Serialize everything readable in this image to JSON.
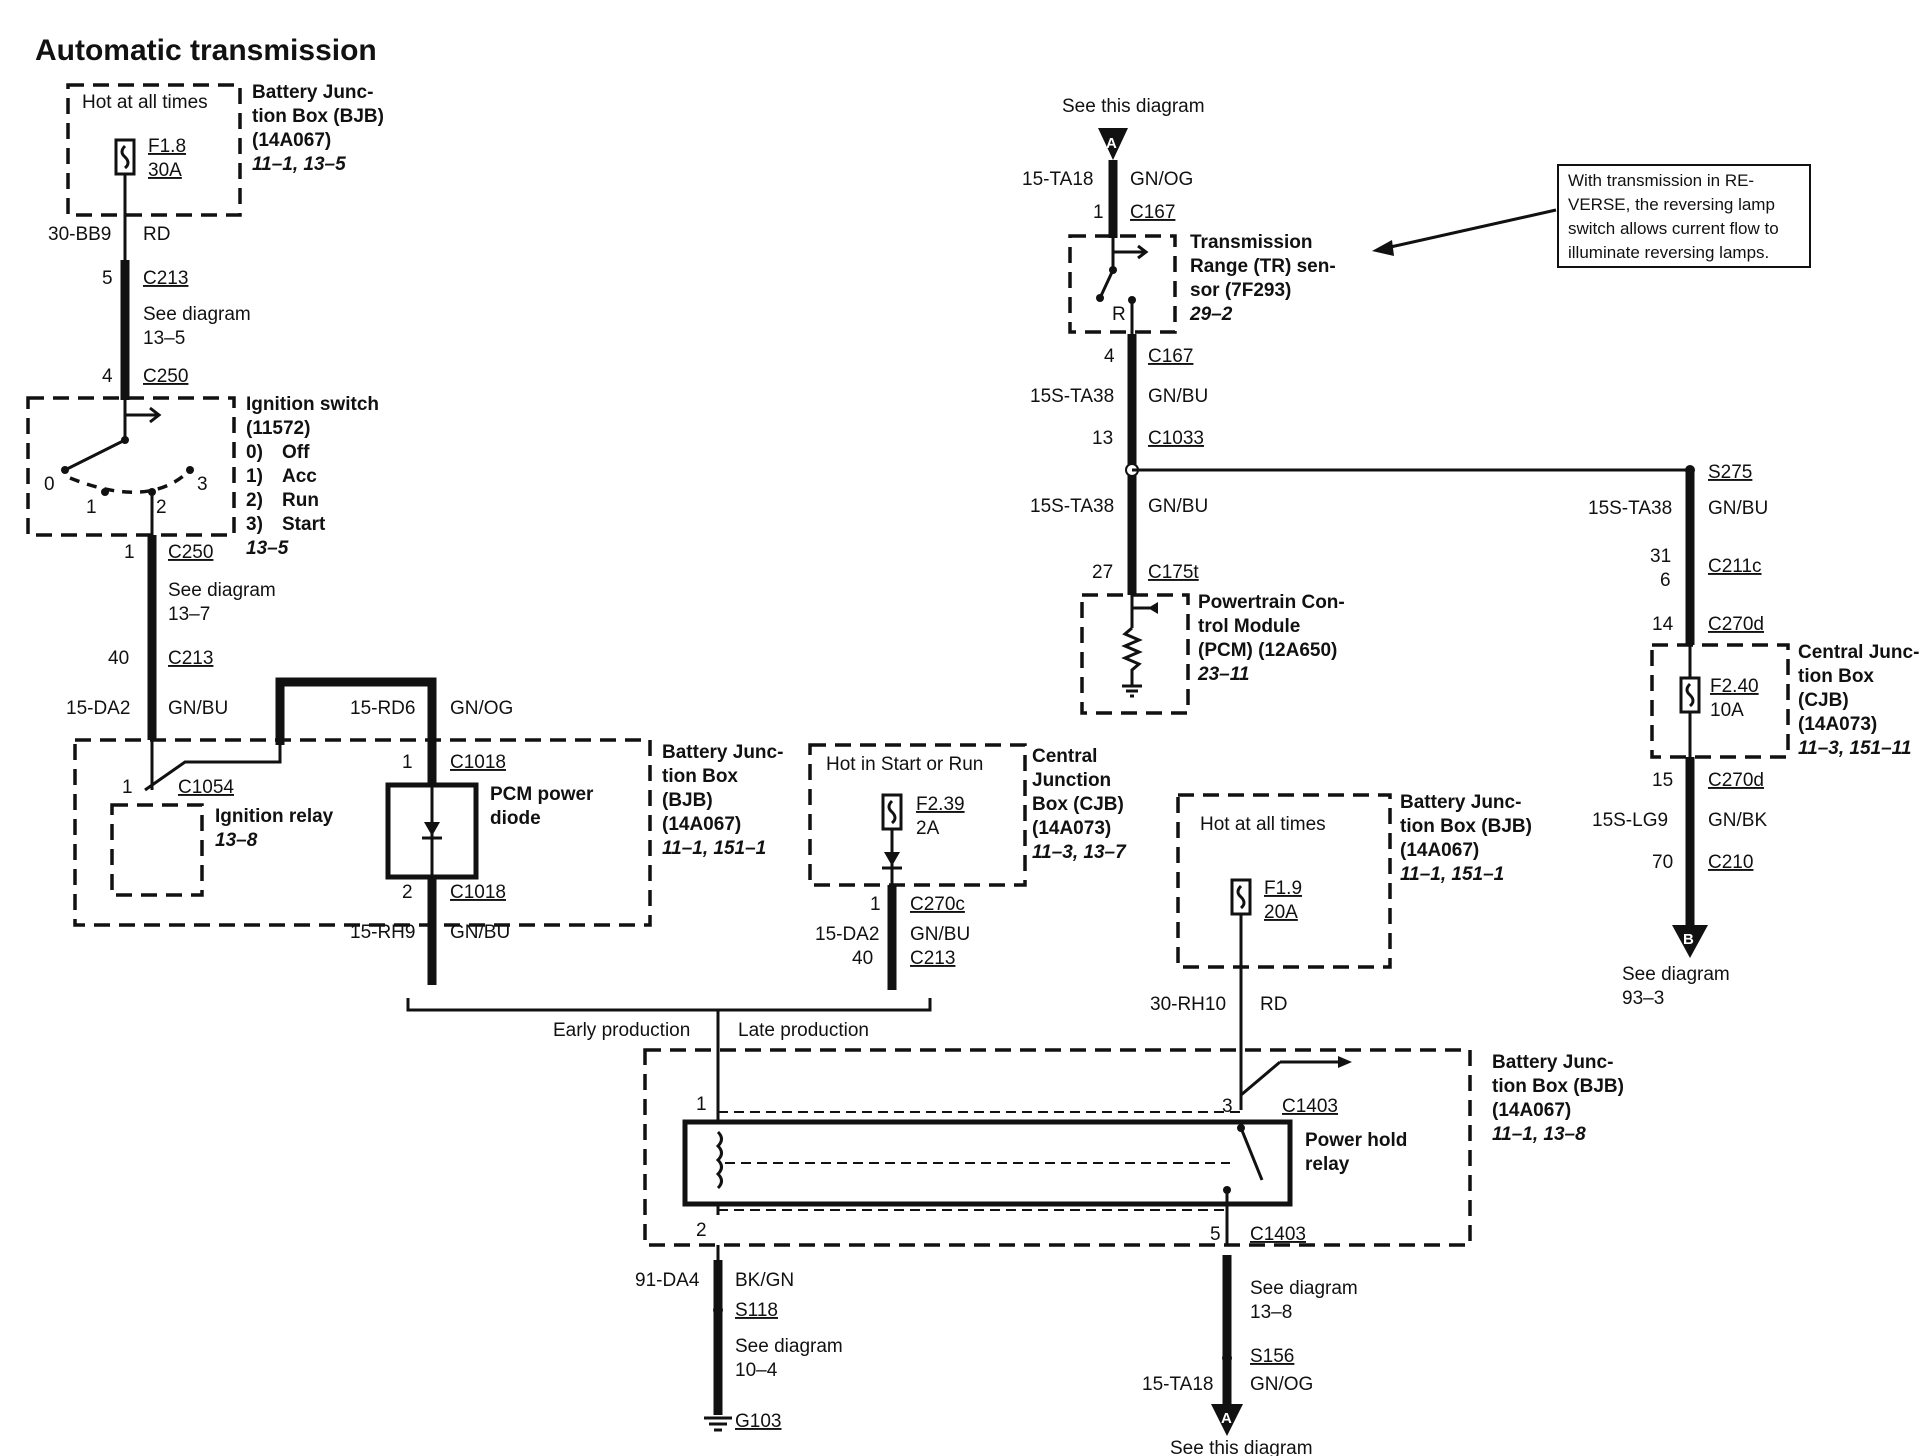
{
  "title": "Automatic transmission",
  "bjb_top": {
    "hot_label": "Hot at all times",
    "name": [
      "Battery Junc-",
      "tion Box (BJB)",
      "(14A067)"
    ],
    "ref": "11–1, 13–5",
    "fuse": "F1.8",
    "amps": "30A",
    "wire": "30-BB9",
    "color": "RD"
  },
  "left_chain": {
    "c213_pin": "5",
    "c213": "C213",
    "see1": [
      "See diagram",
      "13–5"
    ],
    "c250_pin": "4",
    "c250": "C250"
  },
  "ignition": {
    "name": [
      "Ignition switch",
      "(11572)"
    ],
    "positions": [
      "0)",
      "1)",
      "2)",
      "3)"
    ],
    "pos_names": [
      "Off",
      "Acc",
      "Run",
      "Start"
    ],
    "ref": "13–5",
    "digits": [
      "0",
      "1",
      "2",
      "3"
    ],
    "out_pin": "1",
    "out_conn": "C250",
    "see": [
      "See diagram",
      "13–7"
    ],
    "c213_pin": "40",
    "c213": "C213",
    "wire": "15-DA2",
    "color": "GN/BU"
  },
  "bjb_mid": {
    "wire_in": "15-RD6",
    "color_in": "GN/OG",
    "relay_pin": "1",
    "relay_conn": "C1054",
    "relay_name": "Ignition relay",
    "relay_ref": "13–8",
    "diode_pin_top": "1",
    "diode_conn_top": "C1018",
    "diode_name": [
      "PCM power",
      "diode"
    ],
    "diode_pin_bot": "2",
    "diode_conn_bot": "C1018",
    "name": [
      "Battery Junc-",
      "tion Box",
      "(BJB)",
      "(14A067)"
    ],
    "ref": "11–1, 151–1",
    "wire_out": "15-RH9",
    "color_out": "GN/BU"
  },
  "cjb_mid": {
    "hot_label": "Hot in Start or Run",
    "fuse": "F2.39",
    "amps": "2A",
    "name": [
      "Central",
      "Junction",
      "Box (CJB)",
      "(14A073)"
    ],
    "ref": "11–3, 13–7",
    "pin": "1",
    "conn": "C270c",
    "wire": "15-DA2",
    "color": "GN/BU",
    "pin2": "40",
    "conn2": "C213"
  },
  "tr_sensor": {
    "see": "See this diagram",
    "marker": "A",
    "wire": "15-TA18",
    "color": "GN/OG",
    "pin_top": "1",
    "conn_top": "C167",
    "name": [
      "Transmission",
      "Range (TR) sen-",
      "sor (7F293)"
    ],
    "ref": "29–2",
    "r": "R",
    "pin_bot": "4",
    "conn_bot": "C167",
    "wire2": "15S-TA38",
    "color2": "GN/BU",
    "pin3": "13",
    "conn3": "C1033",
    "wire3": "15S-TA38",
    "color3": "GN/BU",
    "pin4": "27",
    "conn4": "C175t"
  },
  "note": [
    "With transmission in RE-",
    "VERSE, the reversing lamp",
    "switch allows current flow to",
    "illuminate reversing lamps."
  ],
  "pcm": {
    "name": [
      "Powertrain Con-",
      "trol Module",
      "(PCM) (12A650)"
    ],
    "ref": "23–11"
  },
  "right_chain": {
    "splice": "S275",
    "wire": "15S-TA38",
    "color": "GN/BU",
    "pin_a": "31",
    "pin_b": "6",
    "conn1": "C211c",
    "pin2": "14",
    "conn2": "C270d",
    "cjb_name": [
      "Central Junc-",
      "tion Box",
      "(CJB)",
      "(14A073)"
    ],
    "cjb_ref": "11–3, 151–11",
    "fuse": "F2.40",
    "amps": "10A",
    "pin3": "15",
    "conn3": "C270d",
    "wire2": "15S-LG9",
    "color2": "GN/BK",
    "pin4": "70",
    "conn4": "C210",
    "marker": "B",
    "see": [
      "See diagram",
      "93–3"
    ]
  },
  "bjb_right": {
    "hot_label": "Hot at all times",
    "name": [
      "Battery Junc-",
      "tion Box (BJB)",
      "(14A067)"
    ],
    "ref": "11–1, 151–1",
    "fuse": "F1.9",
    "amps": "20A",
    "wire": "30-RH10",
    "color": "RD"
  },
  "production": {
    "early": "Early production",
    "late": "Late production"
  },
  "power_hold": {
    "pin1": "1",
    "pin2": "2",
    "pin3": "3",
    "conn3": "C1403",
    "pin5": "5",
    "conn5": "C1403",
    "name": [
      "Power hold",
      "relay"
    ],
    "bjb_name": [
      "Battery Junc-",
      "tion Box (BJB)",
      "(14A067)"
    ],
    "bjb_ref": "11–1, 13–8"
  },
  "bottom_left": {
    "wire": "91-DA4",
    "color": "BK/GN",
    "splice": "S118",
    "see": [
      "See diagram",
      "10–4"
    ],
    "ground": "G103"
  },
  "bottom_right": {
    "see": [
      "See diagram",
      "13–8"
    ],
    "splice": "S156",
    "wire": "15-TA18",
    "color": "GN/OG",
    "marker": "A",
    "see_this": "See this diagram"
  }
}
